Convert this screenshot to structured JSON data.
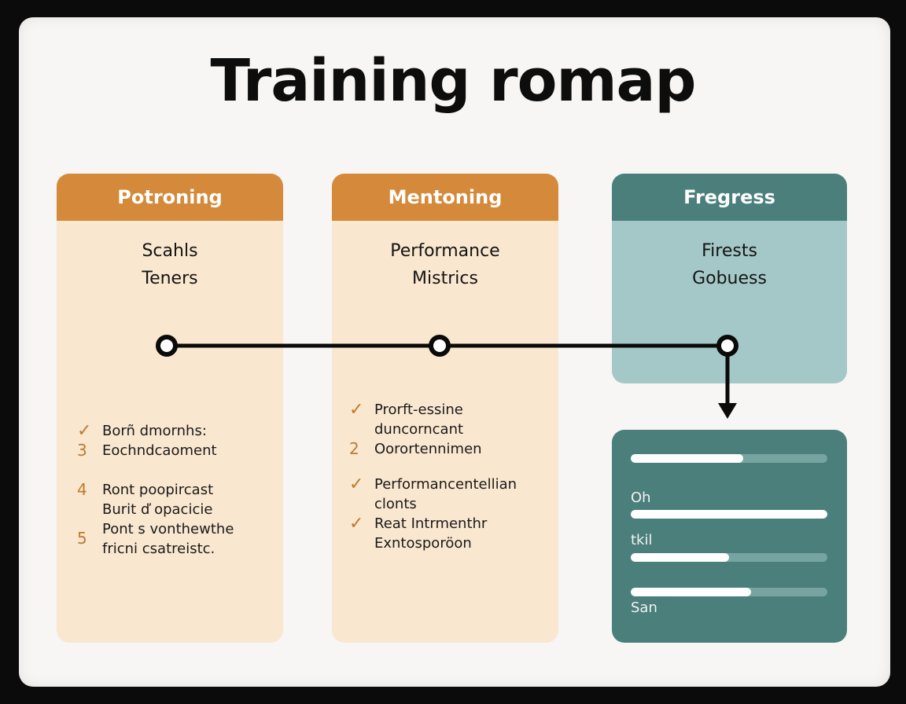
{
  "title": "Training romap",
  "colors": {
    "orange_header": "#d48a3a",
    "orange_body": "#f9e7cf",
    "teal_header": "#4a7f7c",
    "teal_body": "#a4c8c7",
    "marker": "#c07a2e"
  },
  "stages": [
    {
      "header": "Potroning",
      "subtitle": [
        "Scahls",
        "Teners"
      ],
      "items": [
        {
          "marker": "✓",
          "marker_type": "check-icon",
          "lines": [
            "Borñ dmornhs:"
          ]
        },
        {
          "marker": "3",
          "marker_type": "number",
          "lines": [
            "Eochndcaoment"
          ]
        },
        {
          "marker": "4",
          "marker_type": "number",
          "lines": [
            "Ront poopircast",
            "Burit ď opacicie"
          ]
        },
        {
          "marker": "5",
          "marker_type": "number",
          "lines": [
            "Pont s vonthewthe",
            "fricni csatreistc."
          ]
        }
      ]
    },
    {
      "header": "Mentoning",
      "subtitle": [
        "Performance",
        "Mistrics"
      ],
      "items": [
        {
          "marker": "✓",
          "marker_type": "check-icon",
          "lines": [
            "Prorft-essine",
            "duncorncant"
          ]
        },
        {
          "marker": "2",
          "marker_type": "number",
          "lines": [
            "Oorortennimen"
          ]
        },
        {
          "marker": "✓",
          "marker_type": "check-icon",
          "lines": [
            "Performancentellian",
            "clonts"
          ]
        },
        {
          "marker": "✓",
          "marker_type": "check-icon",
          "lines": [
            "Reat Intrmenthr",
            "Exntosporöon"
          ]
        }
      ]
    },
    {
      "header": "Fregress",
      "subtitle": [
        "Firests",
        "Gobuess"
      ]
    }
  ],
  "progress": {
    "bars": [
      {
        "label": "",
        "value": 0.57
      },
      {
        "label": "Oh",
        "value": 1.0
      },
      {
        "label": "tkil",
        "value": 0.5
      },
      {
        "label": "San",
        "value": 0.61
      }
    ]
  }
}
